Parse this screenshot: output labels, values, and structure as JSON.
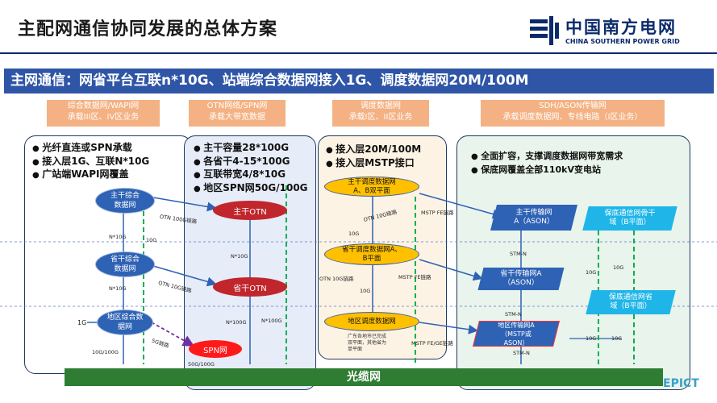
{
  "title": "主配网通信协同发展的总体方案",
  "logo": {
    "cn": "中国南方电网",
    "en": "CHINA SOUTHERN POWER GRID"
  },
  "banner": "主网通信：网省平台互联n*10G、站端综合数据网接入1G、调度数据网20M/100M",
  "categories": [
    {
      "line1": "综合数据网/WAPI网",
      "line2": "承载III区、IV区业务"
    },
    {
      "line1": "OTN网络/SPN网",
      "line2": "承载大带宽数据"
    },
    {
      "line1": "调度数据网",
      "line2": "承载I区、II区业务"
    },
    {
      "line1": "SDH/ASON传输网",
      "line2": "承载调度数据网、专线电路（I区业务）"
    }
  ],
  "col1_bullets": [
    "光纤直连或SPN承载",
    "接入层1G、互联N*10G",
    "广站端WAPI网覆盖"
  ],
  "col2_bullets": [
    "主干容量28*100G",
    "各省干4-15*100G",
    "互联带宽4/8*10G",
    "地区SPN网50G/100G"
  ],
  "col3_bullets": [
    "接入层20M/100M",
    "接入层MSTP接口"
  ],
  "col4_bullets": [
    "全面扩容，支撑调度数据网带宽需求",
    "保底网覆盖全部110kV变电站"
  ],
  "nodes": {
    "main_integrated": "主干综合\n数据网",
    "prov_integrated": "省干综合\n数据网",
    "regional_integrated": "地区综合数\n据网",
    "main_otn": "主干OTN",
    "prov_otn": "省干OTN",
    "spn": "SPN网",
    "main_dispatch": "主干调度数据网\nA、B双平面",
    "prov_dispatch": "省干调度数据网A、\nB平面",
    "regional_dispatch": "地区调度数据网",
    "regional_dispatch_note": "广东各地市已完成\n双平面，其他省为\n单平面",
    "main_trans": "主干传输网\nA（ASON）",
    "prov_trans": "省干传输网A\n（ASON）",
    "regional_trans": "地区传输网A\n（MSTP或\nASON）",
    "backbone_b": "保底通信网骨干\n域（B平面）",
    "prov_b": "保底通信网省\n域（B平面）"
  },
  "labels": {
    "otn100g_1": "OTN 100G链路",
    "otn100g_2": "OTN 10G链路",
    "n10g_1": "N*10G",
    "g10_1": "10G",
    "n10g_2": "N*10G",
    "n10g_3": "N*10G",
    "n100g": "N*100G",
    "n100g_2": "N*100G",
    "g1": "1G",
    "g10_100": "10G/100G",
    "g50_100": "50G/100G",
    "link5g": "5G链路",
    "otn10g_3": "OTN 10G链路",
    "otn10g_4": "OTN 10G链路",
    "g10_2": "10G",
    "g10_3": "10G",
    "mstp1": "MSTP FE链路",
    "mstp2": "MSTP FE链路",
    "mstp3": "MSTP FE/GE链路",
    "stmn1": "STM-N",
    "stmn2": "STM-N",
    "stmn3": "STM-N",
    "g10_4": "10G",
    "g10_5": "10G",
    "g10_6": "10G",
    "g10_7": "10G"
  },
  "bottom": "光缆网",
  "watermark": "EPICT"
}
